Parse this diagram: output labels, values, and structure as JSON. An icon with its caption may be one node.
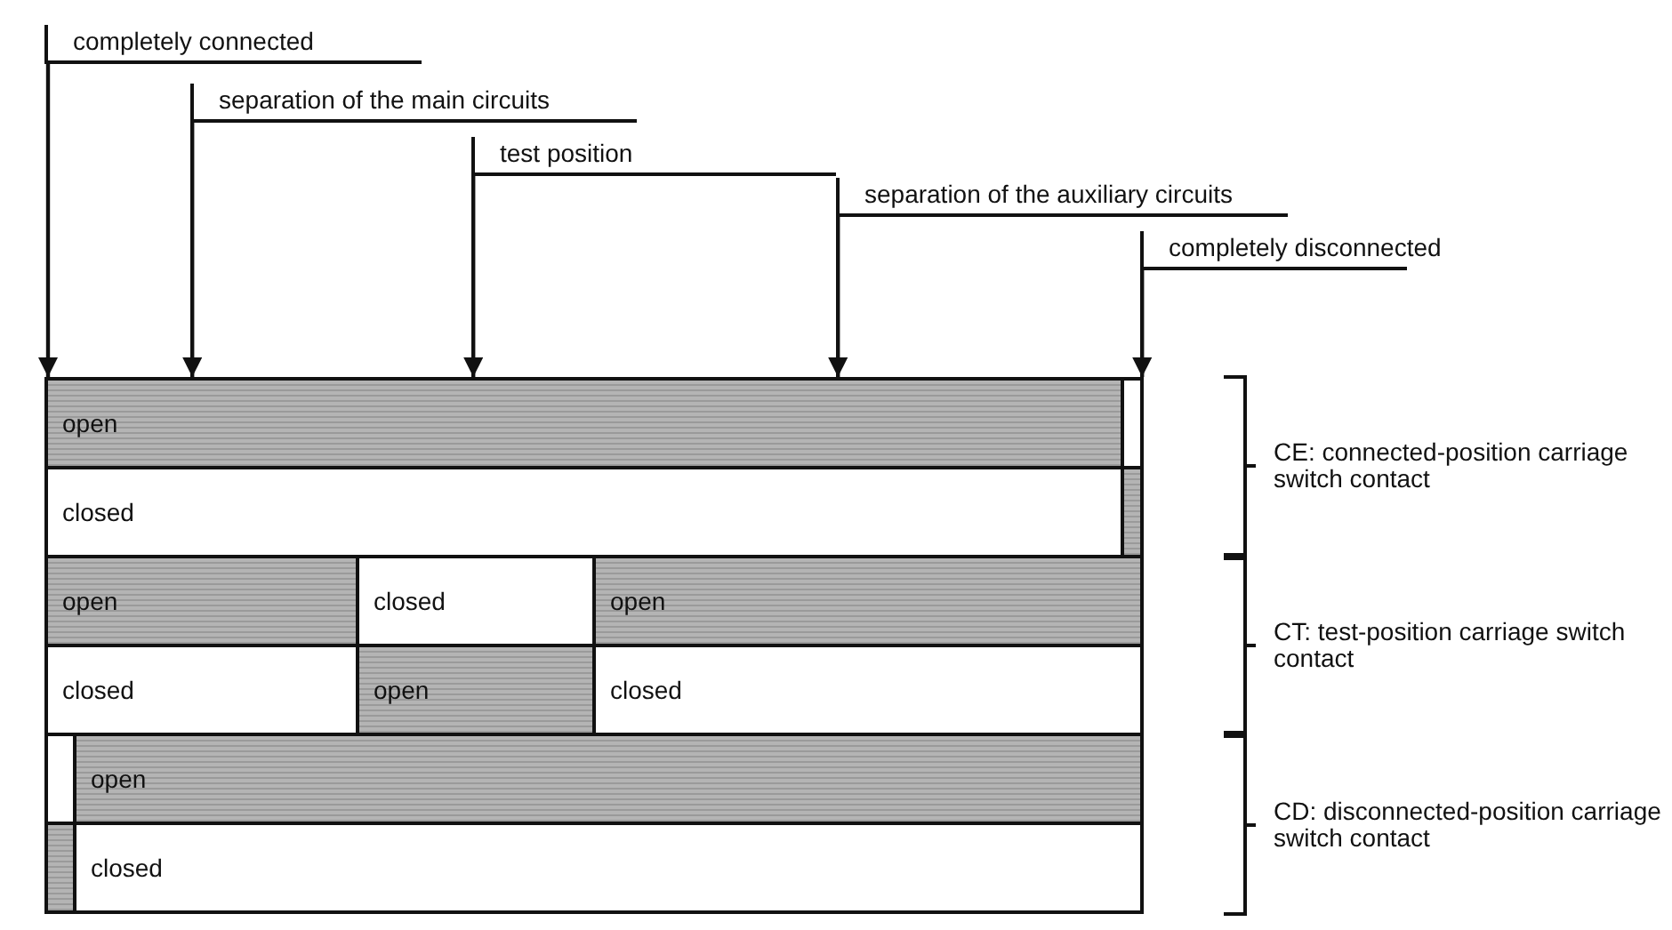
{
  "diagram": {
    "nodes": [
      {
        "text": [
          "completely connected"
        ]
      },
      {
        "text": [
          "separation of the main circuits"
        ]
      },
      {
        "text": [
          "test position"
        ]
      },
      {
        "text": [
          "separation of the auxiliary circuits"
        ]
      },
      {
        "text": [
          "completely disconnected"
        ]
      },
      {
        "text": [
          "open"
        ]
      },
      {
        "text": [],
        "shape": "box"
      },
      {
        "text": [
          "closed"
        ]
      },
      {
        "text": [],
        "shape": "box"
      },
      {
        "text": [
          "open"
        ]
      },
      {
        "text": [
          "closed"
        ]
      },
      {
        "text": [
          "open"
        ]
      },
      {
        "text": [
          "closed"
        ]
      },
      {
        "text": [
          "open"
        ]
      },
      {
        "text": [
          "closed"
        ]
      },
      {
        "text": [],
        "shape": "box"
      },
      {
        "text": [
          "open"
        ]
      },
      {
        "text": [],
        "shape": "box"
      },
      {
        "text": [
          "closed"
        ]
      }
    ],
    "edges": [
      {
        "from": 0,
        "to": 5,
        "arrow": "to"
      },
      {
        "from": 1,
        "to": 5,
        "arrow": "to"
      },
      {
        "from": 2,
        "to": 5,
        "arrow": "to"
      },
      {
        "from": 3,
        "to": 5,
        "arrow": "to"
      },
      {
        "from": 4,
        "to": 6,
        "arrow": "to"
      }
    ],
    "labels": [
      "CE: connected-position carriage switch contact",
      "CT: test-position carriage switch contact",
      "CD: disconnected-position carriage switch contact"
    ]
  }
}
